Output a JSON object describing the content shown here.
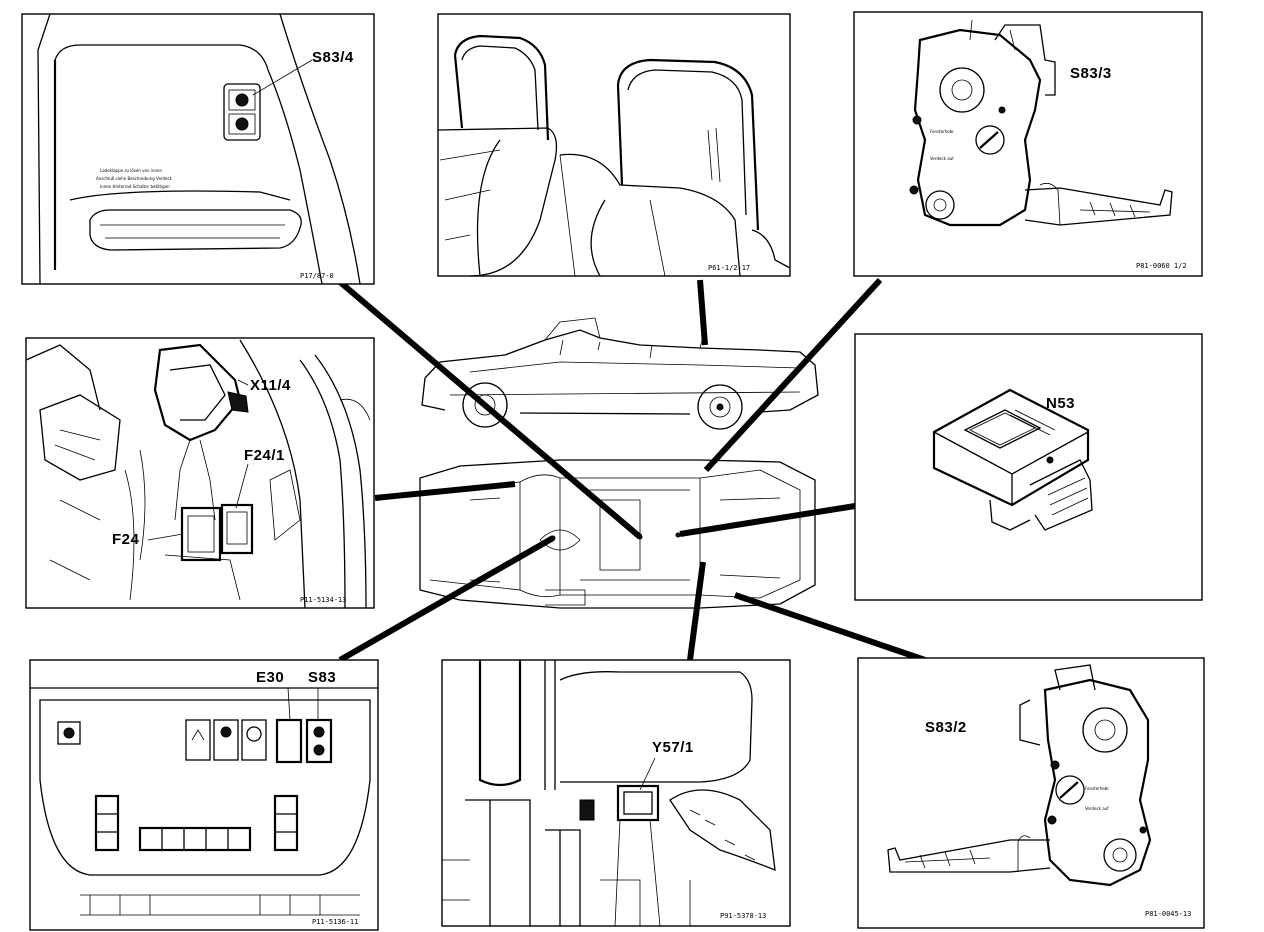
{
  "callouts": {
    "s83_4": "S83/4",
    "s83_3": "S83/3",
    "x11_4": "X11/4",
    "f24_1": "F24/1",
    "f24": "F24",
    "n53": "N53",
    "e30": "E30",
    "s83": "S83",
    "y57_1": "Y57/1",
    "s83_2": "S83/2"
  },
  "panel_codes": {
    "top_left": "P17/87-0",
    "top_center": "P61-1/2-17",
    "top_right": "P81-0060 1/2",
    "middle_left": "P11-5134-13",
    "bottom_left": "P11-5136-11",
    "bottom_center": "P91-5378-13",
    "bottom_right": "P81-0045-13"
  }
}
